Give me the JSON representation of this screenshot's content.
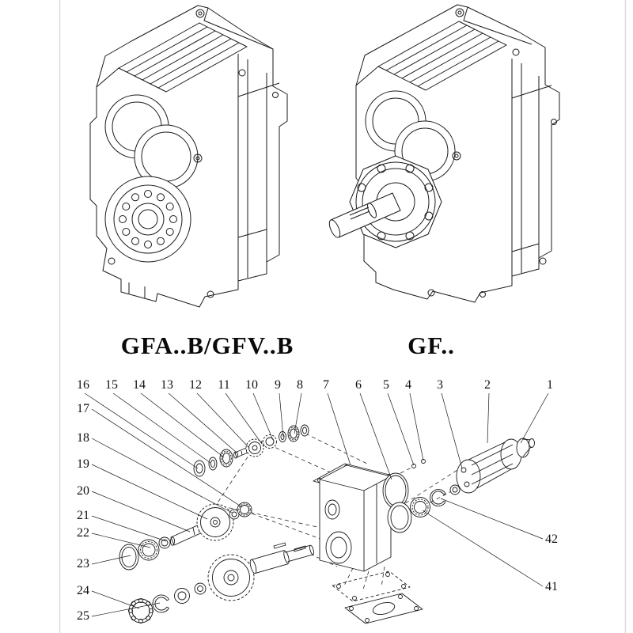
{
  "colors": {
    "background": "#ffffff",
    "line": "#1a1a1a",
    "text": "#111111"
  },
  "figures": {
    "left_caption": "GFA..B/GFV..B",
    "right_caption": "GF.."
  },
  "exploded": {
    "top": [
      "16",
      "15",
      "14",
      "13",
      "12",
      "11",
      "10",
      "9",
      "8",
      "7",
      "6",
      "5",
      "4",
      "3",
      "2",
      "1"
    ],
    "left": [
      "17",
      "18",
      "19",
      "20",
      "21",
      "22",
      "23",
      "24",
      "25"
    ],
    "right": [
      "42",
      "41"
    ]
  }
}
